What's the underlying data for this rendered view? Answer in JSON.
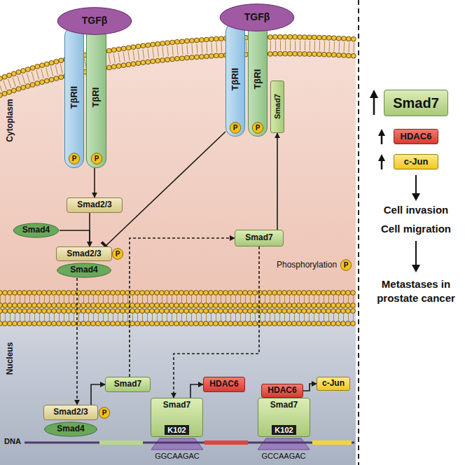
{
  "diagram": {
    "nodes": [
      {
        "text": [
          "TGFβ"
        ]
      },
      {
        "text": [
          "TβRII"
        ]
      },
      {
        "text": [
          "TβRI"
        ]
      },
      {
        "text": [
          "P"
        ]
      },
      {
        "text": [
          "P"
        ]
      },
      {
        "text": [
          "TGFβ"
        ]
      },
      {
        "text": [
          "TβRII"
        ]
      },
      {
        "text": [
          "TβRI"
        ]
      },
      {
        "text": [
          "Smad7"
        ]
      },
      {
        "text": [
          "P"
        ]
      },
      {
        "text": [
          "P"
        ]
      },
      {
        "text": [
          "Smad2/3"
        ]
      },
      {
        "text": [
          "Smad4"
        ]
      },
      {
        "text": [
          "Smad2/3"
        ]
      },
      {
        "text": [
          "P"
        ]
      },
      {
        "text": [
          "Smad4"
        ]
      },
      {
        "text": [
          "Smad7"
        ]
      },
      {
        "text": [
          "P"
        ]
      },
      {
        "text": [
          "Smad7"
        ]
      },
      {
        "text": [
          "Smad2/3"
        ]
      },
      {
        "text": [
          "P"
        ]
      },
      {
        "text": [
          "Smad4"
        ]
      },
      {
        "text": [
          "HDAC6"
        ]
      },
      {
        "text": [
          "Smad7",
          "K102"
        ]
      },
      {
        "text": [
          "HDAC6"
        ]
      },
      {
        "text": [
          "c-Jun"
        ]
      },
      {
        "text": [
          "Smad7",
          "K102"
        ]
      },
      {
        "text": [
          "Smad7"
        ]
      },
      {
        "text": [
          "HDAC6"
        ]
      },
      {
        "text": [
          "c-Jun"
        ]
      }
    ],
    "edges": [
      {
        "from": 2,
        "to": 11,
        "arrow": "to"
      },
      {
        "from": 11,
        "to": 13,
        "arrow": "to"
      },
      {
        "from": 12,
        "to": 13,
        "arrow": "to"
      },
      {
        "from": 15,
        "to": 19,
        "arrow": "to"
      },
      {
        "from": 19,
        "to": 18,
        "arrow": "to"
      },
      {
        "from": 18,
        "to": 16,
        "arrow": "to"
      },
      {
        "from": 16,
        "to": 8,
        "arrow": "to"
      },
      {
        "from": 6,
        "to": 13,
        "arrow": "to"
      },
      {
        "from": 16,
        "to": 23,
        "arrow": "to"
      },
      {
        "from": 23,
        "to": 22,
        "arrow": "to"
      },
      {
        "from": 24,
        "to": 25,
        "arrow": "to"
      }
    ],
    "labels": [
      "Cytoplasm",
      "Nucleus",
      "Phosphorylation",
      "DNA",
      "GGCAAGAC",
      "GCCAAGAC",
      "Cell invasion",
      "Cell migration",
      "Metastases in prostate cancer"
    ]
  }
}
